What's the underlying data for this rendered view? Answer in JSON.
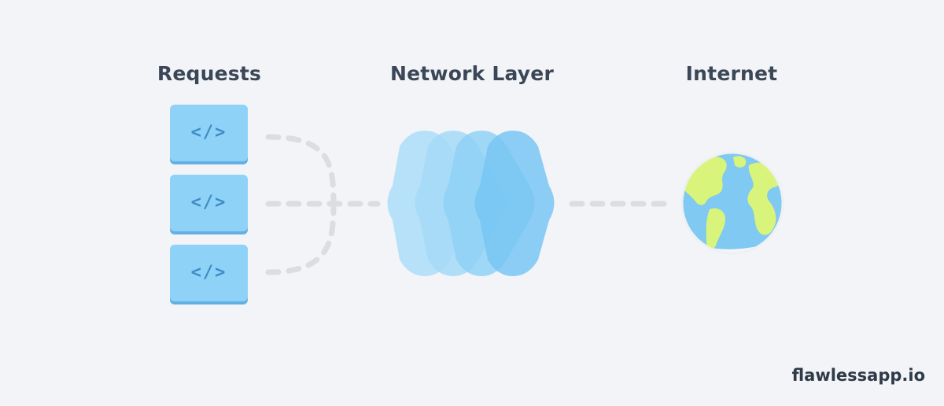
{
  "headings": {
    "requests": "Requests",
    "network_layer": "Network Layer",
    "internet": "Internet"
  },
  "requests": [
    {
      "code": "</>"
    },
    {
      "code": "</>"
    },
    {
      "code": "</>"
    }
  ],
  "icons": {
    "request": "code-icon",
    "network": "layered-diamonds-icon",
    "internet": "globe-icon"
  },
  "colors": {
    "background": "#f3f4f8",
    "card": "#8ed2f8",
    "card_code": "#3f8cc4",
    "connector": "#dcdde0",
    "ocean": "#7fc9f2",
    "land": "#d9f47a",
    "text": "#3b4656"
  },
  "footer": {
    "brand": "flawlessapp.io"
  }
}
